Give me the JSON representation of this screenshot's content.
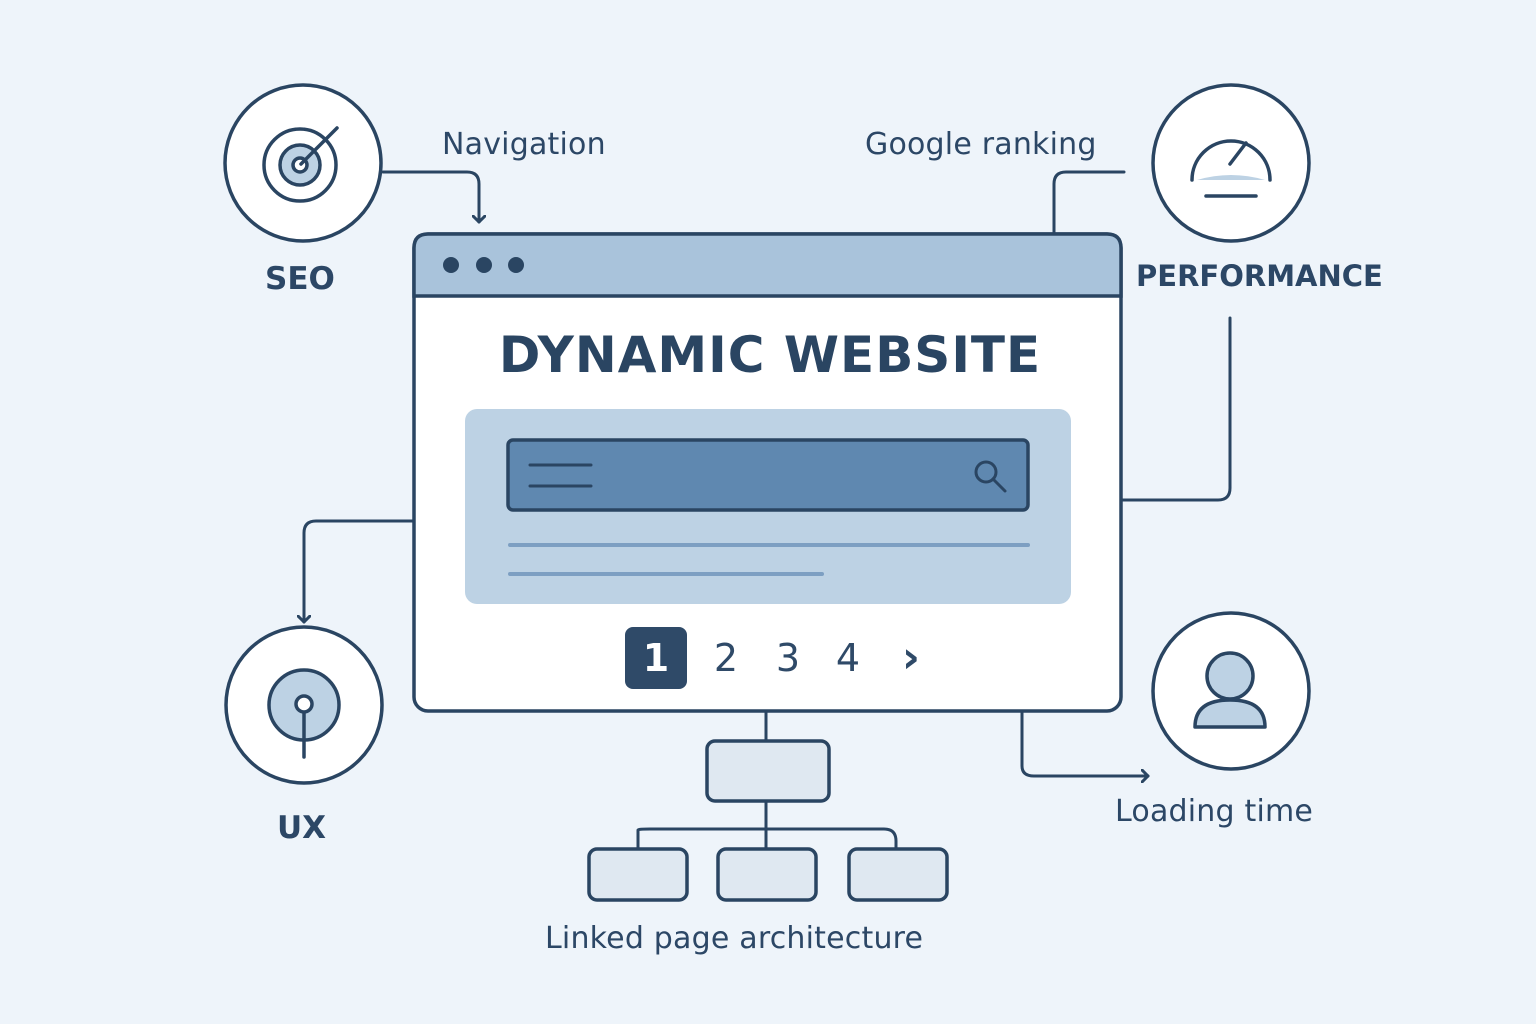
{
  "diagram": {
    "title": "DYNAMIC WEBSITE",
    "labels": {
      "seo": "SEO",
      "navigation": "Navigation",
      "google_ranking": "Google ranking",
      "performance": "PERFORMANCE",
      "ux": "UX",
      "loading_time": "Loading time",
      "architecture": "Linked page architecture"
    },
    "pagination": {
      "pages": [
        "1",
        "2",
        "3",
        "4"
      ],
      "active": "1",
      "next": "›"
    },
    "icons": {
      "seo": "target-icon",
      "performance": "speedometer-icon",
      "ux": "touch-pointer-icon",
      "loading": "user-icon",
      "search": "search-icon",
      "menu": "hamburger-icon"
    },
    "colors": {
      "background": "#eef4fa",
      "line": "#2a4562",
      "browser_bar": "#a9c3db",
      "panel": "#bdd2e4",
      "search_bar": "#5f88b0",
      "node": "#dfe8f1"
    }
  }
}
